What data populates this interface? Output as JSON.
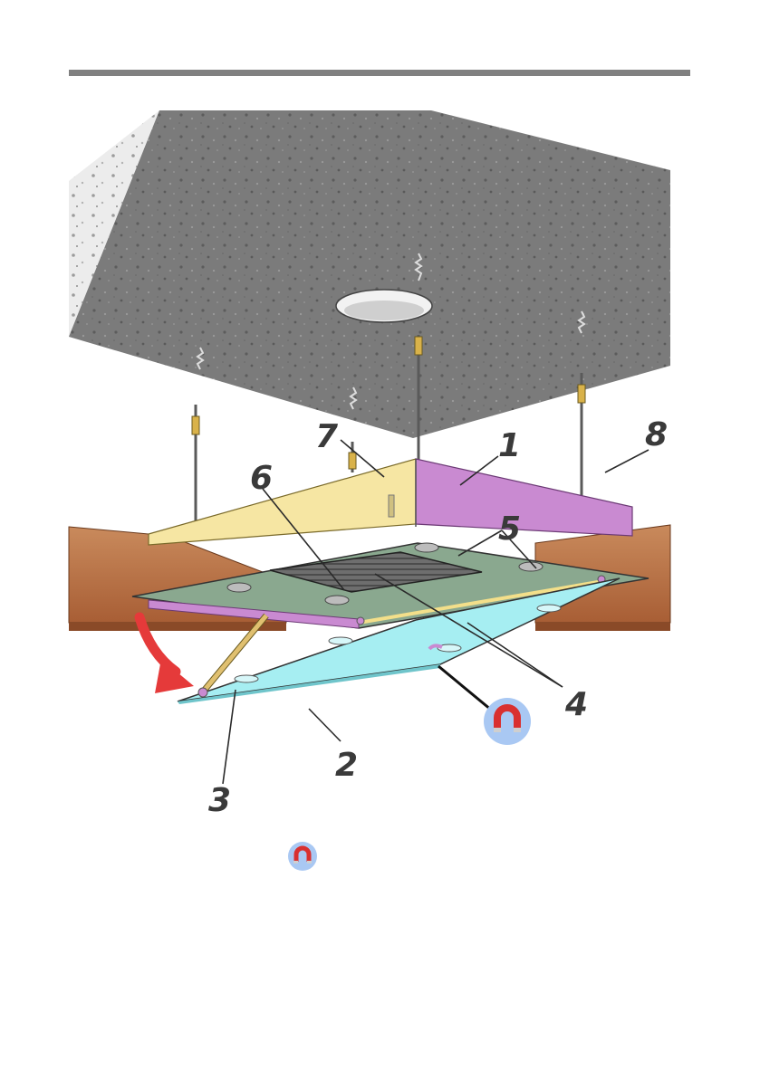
{
  "diagram": {
    "callouts": [
      {
        "id": "1",
        "text": "1"
      },
      {
        "id": "2",
        "text": "2"
      },
      {
        "id": "3",
        "text": "3"
      },
      {
        "id": "4",
        "text": "4"
      },
      {
        "id": "5",
        "text": "5"
      },
      {
        "id": "6",
        "text": "6"
      },
      {
        "id": "7",
        "text": "7"
      },
      {
        "id": "8",
        "text": "8"
      }
    ],
    "icons": {
      "magnet": "magnet-icon",
      "rotate_arrow": "rotate-arrow-icon"
    },
    "colors": {
      "header_rule": "#808080",
      "ceiling": "#7d7d7d",
      "panel_yellow": "#f6e6a3",
      "panel_purple": "#c98ad1",
      "frame_green": "#8aa88f",
      "door_cyan": "#a6eef2",
      "beam_wood": "#b46a3e",
      "arrow_red": "#e53a3a",
      "magnet_circle": "#a9c8f3"
    }
  }
}
